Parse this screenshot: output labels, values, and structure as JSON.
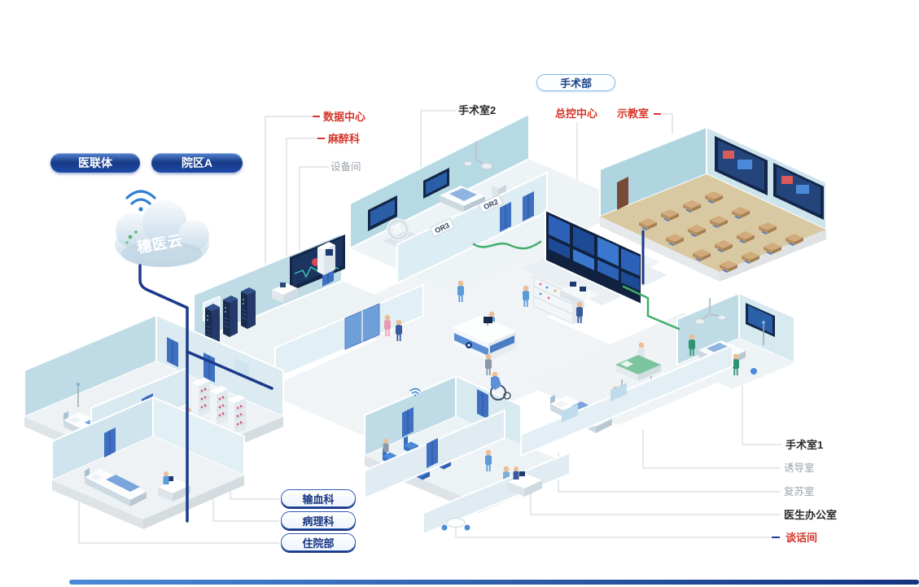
{
  "badges": {
    "surgery_dept": "手术部",
    "medical_alliance": "医联体",
    "campus_a": "院区A"
  },
  "cloud": {
    "name": "穗医云"
  },
  "callouts": {
    "data_center": "数据中心",
    "anesthesiology": "麻醉科",
    "equipment_room": "设备间",
    "operating_room_2": "手术室2",
    "master_control": "总控中心",
    "demo_room": "示教室",
    "operating_room_1": "手术室1",
    "induction_room": "诱导室",
    "recovery_room": "复苏室",
    "doctor_office": "医生办公室",
    "talk_room": "谈话间",
    "blood_transfusion": "输血科",
    "pathology": "病理科",
    "inpatient_dept": "住院部"
  },
  "room_tags": {
    "or2": "OR2",
    "or3": "OR3"
  },
  "colors": {
    "label_red": "#d6372b",
    "label_dark": "#2b2b2b",
    "label_gray": "#9aa3ab",
    "pill_navy": "#173a86",
    "network_navy": "#1b3a8c",
    "network_green": "#3fae68"
  }
}
